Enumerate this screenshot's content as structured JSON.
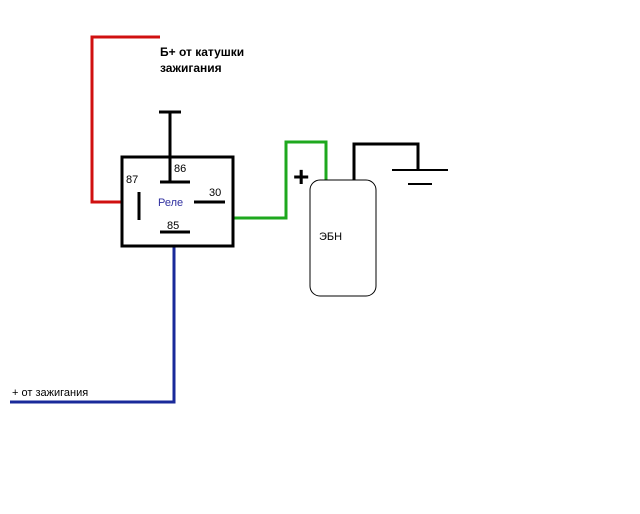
{
  "labels": {
    "coil_b_plus_line1": "Б+ от катушки",
    "coil_b_plus_line2": "зажигания",
    "ignition_plus": "+ от зажигания",
    "relay_name": "Реле",
    "pin_86": "86",
    "pin_87": "87",
    "pin_30": "30",
    "pin_85": "85",
    "ecu_name": "ЭБН",
    "plus_sign": "+"
  },
  "colors": {
    "wire_red": "#d01010",
    "wire_green": "#1ea81e",
    "wire_blue": "#1a2a9a",
    "line_black": "#000000",
    "relay_text": "#3030a0",
    "pin_label": "#000000"
  },
  "icons": {
    "ground": "ground-symbol-icon"
  }
}
